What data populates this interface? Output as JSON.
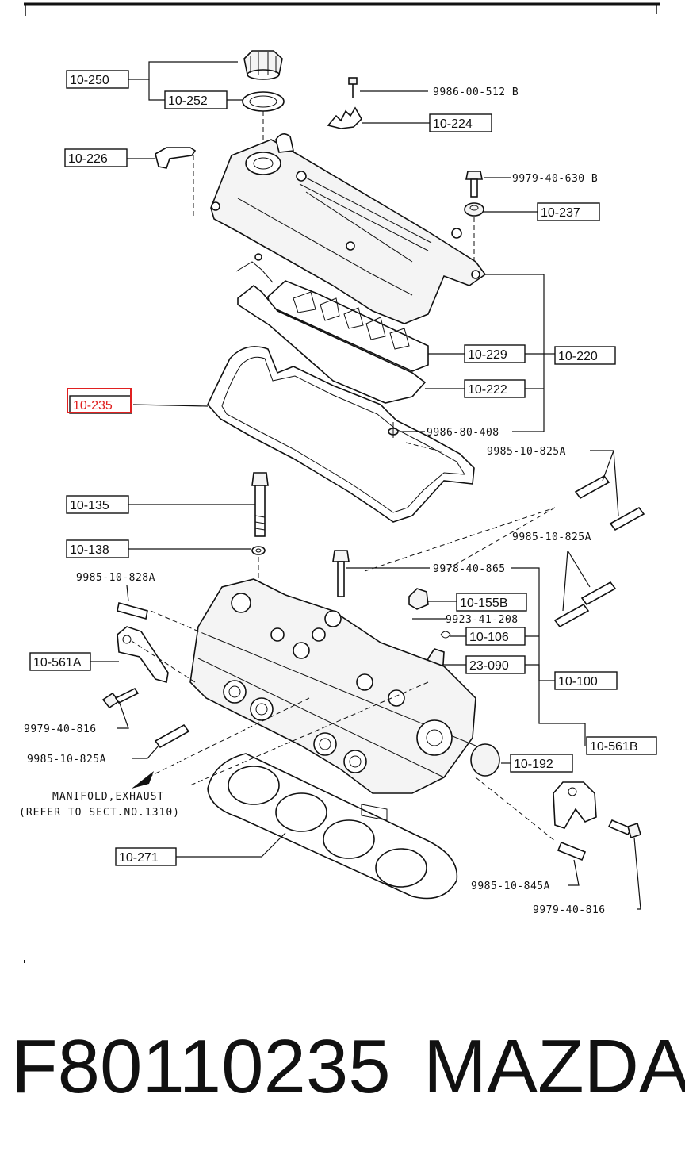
{
  "labels": {
    "l_10_250": "10-250",
    "l_10_252": "10-252",
    "l_9986_00_512b": "9986-00-512 B",
    "l_10_224": "10-224",
    "l_10_226": "10-226",
    "l_9979_40_630b": "9979-40-630 B",
    "l_10_237": "10-237",
    "l_10_229": "10-229",
    "l_10_220": "10-220",
    "l_10_222": "10-222",
    "l_10_235": "10-235",
    "l_9986_80_408": "9986-80-408",
    "l_9985_10_825a_top": "9985-10-825A",
    "l_10_135": "10-135",
    "l_9985_10_825a_mid": "9985-10-825A",
    "l_10_138": "10-138",
    "l_9978_40_865": "9978-40-865",
    "l_9985_10_828a": "9985-10-828A",
    "l_10_155b": "10-155B",
    "l_9923_41_208": "9923-41-208",
    "l_10_106": "10-106",
    "l_10_561a": "10-561A",
    "l_23_090": "23-090",
    "l_10_100": "10-100",
    "l_9979_40_816_left": "9979-40-816",
    "l_10_561b": "10-561B",
    "l_9985_10_825a_bot": "9985-10-825A",
    "l_10_192": "10-192",
    "note_line1": "MANIFOLD,EXHAUST",
    "note_line2": "(REFER TO SECT.NO.1310)",
    "l_10_271": "10-271",
    "l_9985_10_845a": "9985-10-845A",
    "l_9979_40_816_right": "9979-40-816"
  },
  "highlight": {
    "label": "10-235",
    "color": "#e02020"
  },
  "footer": {
    "part_number": "F80110235",
    "brand": "MAZDA"
  }
}
